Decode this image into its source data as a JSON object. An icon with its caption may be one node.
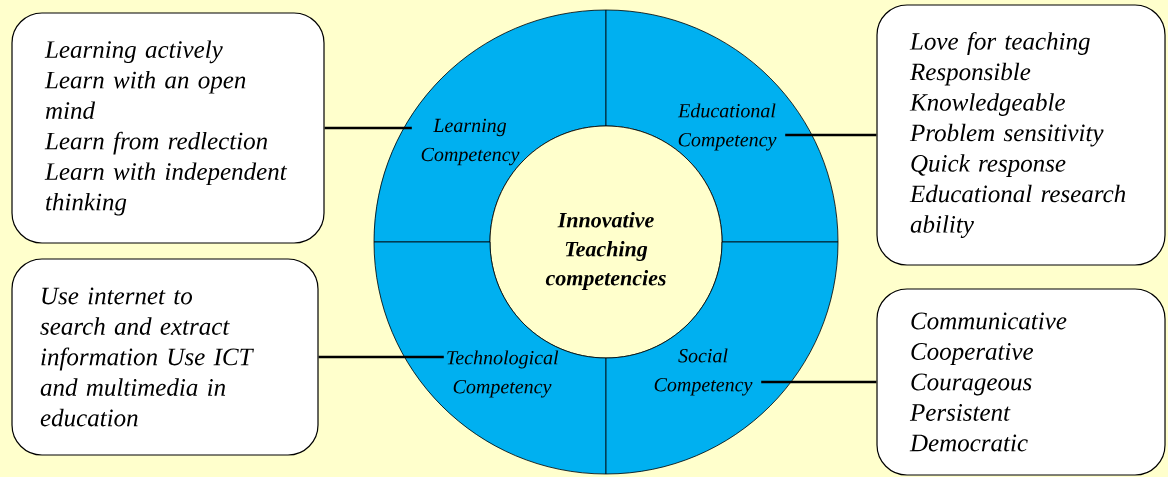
{
  "diagram": {
    "nodes": [
      {
        "text": [
          "Learning actively",
          "Learn with an open mind",
          "Learn from redlection",
          "Learn with independent thinking"
        ]
      },
      {
        "text": [
          "Learning Competency"
        ]
      },
      {
        "text": [
          "Educational Competency"
        ]
      },
      {
        "text": [
          "Love for teaching",
          "Responsible",
          "Knowledgeable",
          "Problem sensitivity",
          "Quick response",
          "Educational research ability"
        ]
      },
      {
        "text": [
          "Innovative Teaching competencies"
        ]
      },
      {
        "text": [
          "Use internet to search and extract information Use ICT and multimedia in education"
        ]
      },
      {
        "text": [
          "Technological Competency"
        ]
      },
      {
        "text": [
          "Social Competency"
        ]
      },
      {
        "text": [
          "Communicative",
          "Cooperative",
          "Courageous",
          "Persistent",
          "Democratic"
        ]
      }
    ],
    "edges": [
      {
        "from": 0,
        "to": 1,
        "arrow": "none"
      },
      {
        "from": 3,
        "to": 2,
        "arrow": "none"
      },
      {
        "from": 5,
        "to": 6,
        "arrow": "none"
      },
      {
        "from": 8,
        "to": 7,
        "arrow": "none"
      }
    ]
  }
}
